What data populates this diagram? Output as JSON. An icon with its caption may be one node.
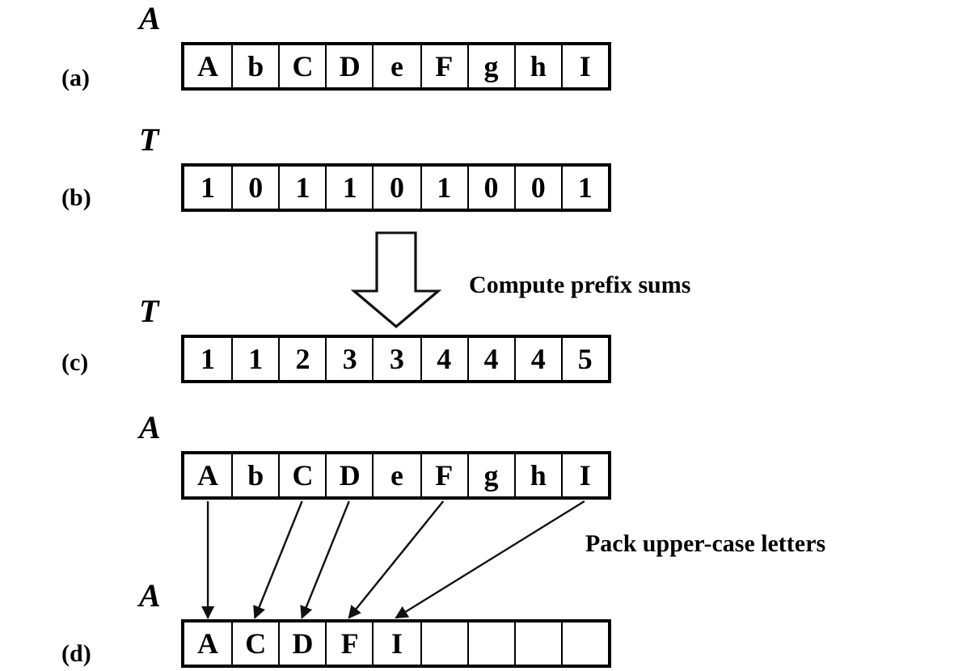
{
  "diagram": {
    "nodes": [
      {
        "text": [
          "A"
        ]
      },
      {
        "text": [
          "A"
        ],
        "in": 0
      },
      {
        "text": [
          "b"
        ],
        "in": 0
      },
      {
        "text": [
          "C"
        ],
        "in": 0
      },
      {
        "text": [
          "D"
        ],
        "in": 0
      },
      {
        "text": [
          "e"
        ],
        "in": 0
      },
      {
        "text": [
          "F"
        ],
        "in": 0
      },
      {
        "text": [
          "g"
        ],
        "in": 0
      },
      {
        "text": [
          "h"
        ],
        "in": 0
      },
      {
        "text": [
          "I"
        ],
        "in": 0
      },
      {
        "text": [
          "T"
        ]
      },
      {
        "text": [
          "1"
        ],
        "in": 10
      },
      {
        "text": [
          "0"
        ],
        "in": 10
      },
      {
        "text": [
          "1"
        ],
        "in": 10
      },
      {
        "text": [
          "1"
        ],
        "in": 10
      },
      {
        "text": [
          "0"
        ],
        "in": 10
      },
      {
        "text": [
          "1"
        ],
        "in": 10
      },
      {
        "text": [
          "0"
        ],
        "in": 10
      },
      {
        "text": [
          "0"
        ],
        "in": 10
      },
      {
        "text": [
          "1"
        ],
        "in": 10
      },
      {
        "text": [
          "T"
        ]
      },
      {
        "text": [
          "1"
        ],
        "in": 20
      },
      {
        "text": [
          "1"
        ],
        "in": 20
      },
      {
        "text": [
          "2"
        ],
        "in": 20
      },
      {
        "text": [
          "3"
        ],
        "in": 20
      },
      {
        "text": [
          "3"
        ],
        "in": 20
      },
      {
        "text": [
          "4"
        ],
        "in": 20
      },
      {
        "text": [
          "4"
        ],
        "in": 20
      },
      {
        "text": [
          "4"
        ],
        "in": 20
      },
      {
        "text": [
          "5"
        ],
        "in": 20
      },
      {
        "text": [
          "A"
        ]
      },
      {
        "text": [
          "A"
        ],
        "in": 30
      },
      {
        "text": [
          "b"
        ],
        "in": 30
      },
      {
        "text": [
          "C"
        ],
        "in": 30
      },
      {
        "text": [
          "D"
        ],
        "in": 30
      },
      {
        "text": [
          "e"
        ],
        "in": 30
      },
      {
        "text": [
          "F"
        ],
        "in": 30
      },
      {
        "text": [
          "g"
        ],
        "in": 30
      },
      {
        "text": [
          "h"
        ],
        "in": 30
      },
      {
        "text": [
          "I"
        ],
        "in": 30
      },
      {
        "text": [
          "A"
        ]
      },
      {
        "text": [
          "A"
        ],
        "in": 40
      },
      {
        "text": [
          "C"
        ],
        "in": 40
      },
      {
        "text": [
          "D"
        ],
        "in": 40
      },
      {
        "text": [
          "F"
        ],
        "in": 40
      },
      {
        "text": [
          "I"
        ],
        "in": 40
      },
      {
        "text": [],
        "shape": "box",
        "in": 40
      },
      {
        "text": [],
        "shape": "box",
        "in": 40
      },
      {
        "text": [],
        "shape": "box",
        "in": 40
      },
      {
        "text": [],
        "shape": "box",
        "in": 40
      }
    ],
    "edges": [
      {
        "from": 10,
        "to": 20,
        "arrow": "to",
        "label": "Compute prefix sums",
        "style": "thick"
      },
      {
        "from": 31,
        "to": 41,
        "arrow": "to"
      },
      {
        "from": 33,
        "to": 42,
        "arrow": "to"
      },
      {
        "from": 34,
        "to": 43,
        "arrow": "to"
      },
      {
        "from": 36,
        "to": 44,
        "arrow": "to"
      },
      {
        "from": 39,
        "to": 45,
        "arrow": "to"
      }
    ],
    "labels": [
      "(a)",
      "(b)",
      "(c)",
      "Pack upper-case letters",
      "(d)"
    ]
  }
}
